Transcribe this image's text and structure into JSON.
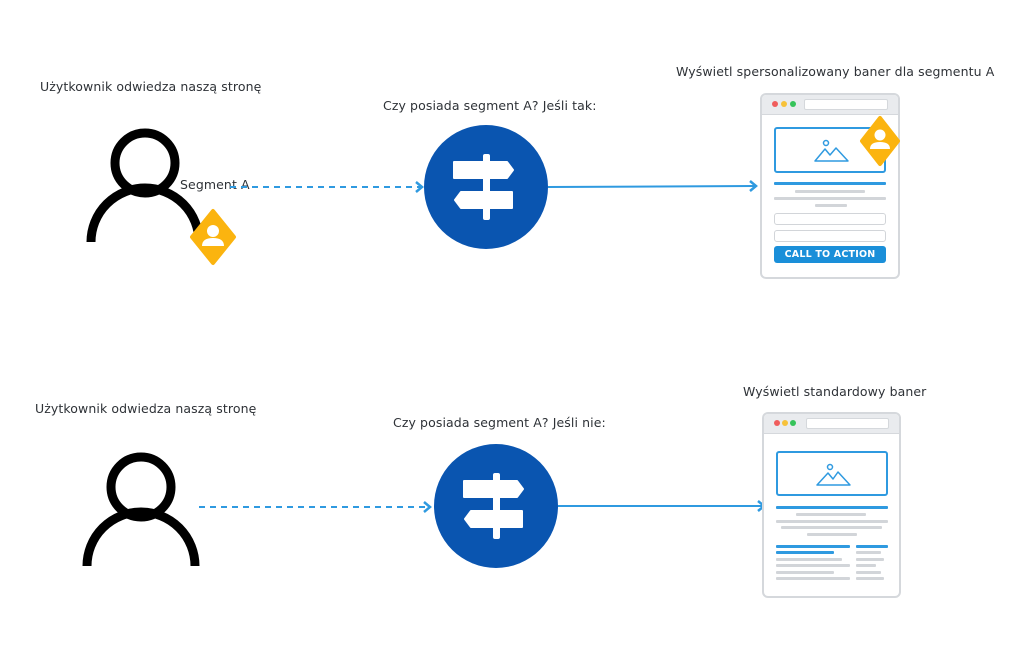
{
  "colors": {
    "decision_circle": "#0a55b0",
    "arrow": "#2f9ae0",
    "badge": "#fbb40f",
    "cta": "#1a8fd9",
    "window_red": "#f05d5d",
    "window_yellow": "#f7c23a",
    "window_green": "#36c35a"
  },
  "flows": [
    {
      "user_label": "Użytkownik odwiedza naszą stronę",
      "segment_label": "Segment A",
      "decision_label": "Czy posiada segment A? Jeśli tak:",
      "result_label": "Wyświetl spersonalizowany baner dla segmentu A",
      "cta_label": "CALL TO ACTION",
      "icons": {
        "user": "user-icon",
        "badge": "segment-badge-icon",
        "decision": "signpost-icon",
        "banner": "personalized-banner-icon"
      }
    },
    {
      "user_label": "Użytkownik odwiedza naszą stronę",
      "decision_label": "Czy posiada segment A? Jeśli nie:",
      "result_label": "Wyświetl standardowy baner",
      "icons": {
        "user": "user-icon",
        "decision": "signpost-icon",
        "banner": "standard-banner-icon"
      }
    }
  ]
}
